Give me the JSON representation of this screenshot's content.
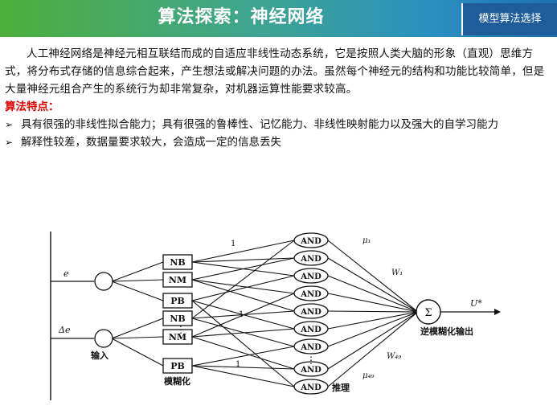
{
  "header": {
    "title": "算法探索：神经网络",
    "model_button": "模型算法选择"
  },
  "intro": "人工神经网络是神经元相互联结而成的自适应非线性动态系统，它是按照人类大脑的形象（直观）思维方式，将分布式存储的信息综合起来，产生想法或解决问题的办法。虽然每个神经元的结构和功能比较简单，但是大量神经元组合产生的系统行为却非常复杂，对机器运算性能要求较高。",
  "features": {
    "heading": "算法特点：",
    "items": [
      "具有很强的非线性拟合能力；具有很强的鲁棒性、记忆能力、非线性映射能力以及强大的自学习能力",
      "解释性较差，数据量要求较大，会造成一定的信息丢失"
    ]
  },
  "diagram": {
    "input_e": "e",
    "input_de": "Δe",
    "input_label": "输入",
    "fuzzify_group_1": [
      "NB",
      "NM",
      "PB"
    ],
    "fuzzify_group_2": [
      "NB",
      "NM",
      "PB"
    ],
    "fuzzify_label": "模糊化",
    "ellipsis": "⋮",
    "and_label": "AND",
    "and_count": 9,
    "weight_top": "1",
    "weight_mid": "1",
    "weight_bot": "1",
    "mu_top": "μ₁",
    "mu_bot": "μ₄₉",
    "reason_label": "推理",
    "w_top": "W₁",
    "w_bot": "W₄₉",
    "sum_symbol": "Σ",
    "output_symbol": "U*",
    "defuzz_label": "逆模糊化输出"
  }
}
